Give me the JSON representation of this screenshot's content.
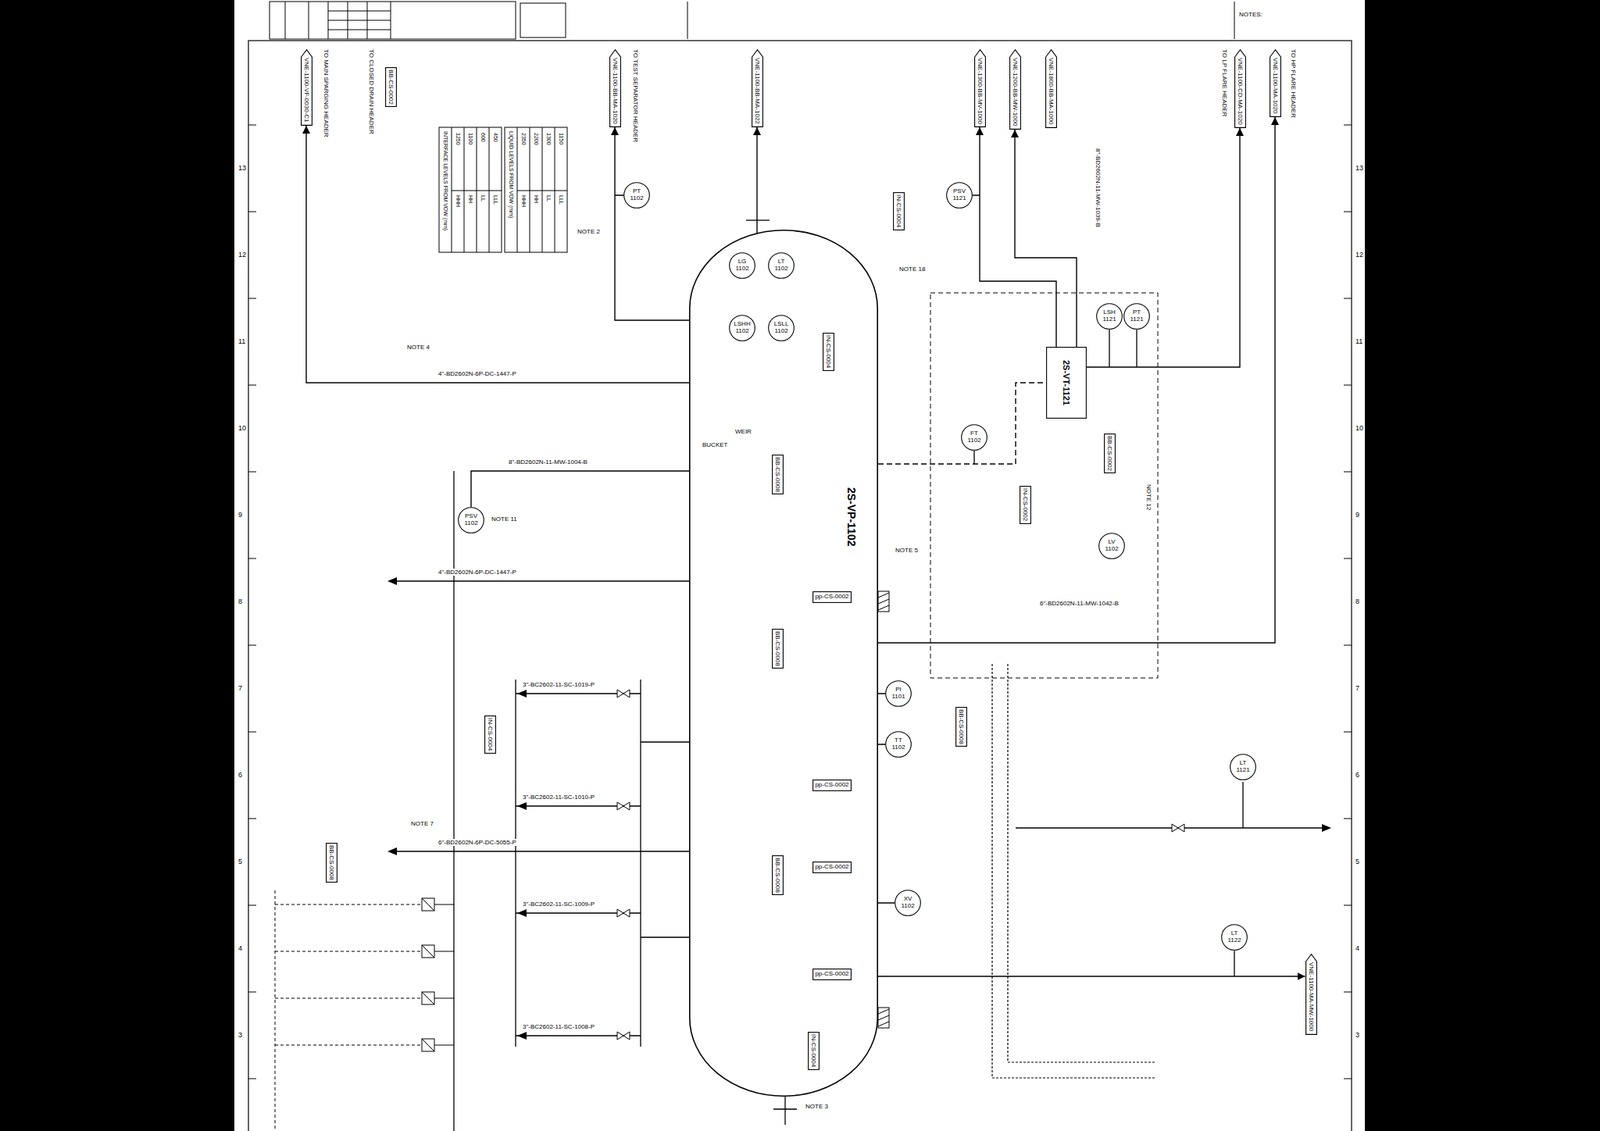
{
  "diagram": {
    "nodes": [
      {
        "text": [
          "2S-VP-1102"
        ]
      },
      {
        "text": [
          "LG",
          "1102"
        ],
        "in": 0
      },
      {
        "text": [
          "LT",
          "1102"
        ],
        "in": 0
      },
      {
        "text": [
          "LSHH",
          "1102"
        ],
        "in": 0
      },
      {
        "text": [
          "LSLL",
          "1102"
        ],
        "in": 0
      },
      {
        "text": [
          "BB-CS-0008"
        ],
        "in": 0
      },
      {
        "text": [
          "pp-CS-0002"
        ],
        "in": 0
      },
      {
        "text": [
          "BB-CS-0008"
        ],
        "in": 0
      },
      {
        "text": [
          "pp-CS-0002"
        ],
        "in": 0
      },
      {
        "text": [
          "BB-CS-0008"
        ],
        "in": 0
      },
      {
        "text": [
          "pp-CS-0002"
        ],
        "in": 0
      },
      {
        "text": [
          "pp-CS-0002"
        ],
        "in": 0
      },
      {
        "text": [
          "IN-CS-0004"
        ],
        "in": 0
      },
      {
        "text": [
          "IN-CS-0004"
        ],
        "in": 0
      },
      {
        "text": [
          "2S-VT-1121"
        ]
      },
      {
        "text": [
          "IN-CS-0004"
        ]
      },
      {
        "text": [
          "BB-CS-0002"
        ]
      },
      {
        "text": [
          "IN-CS-0004"
        ]
      },
      {
        "text": [
          "BB-CS-0008"
        ]
      },
      {
        "text": [
          "IN-CS-0002"
        ]
      },
      {
        "text": [
          "BB-CS-0002"
        ]
      },
      {
        "text": [
          "BB-CS-0008"
        ]
      },
      {
        "text": [
          "VNE-1100-VF-0030-C1"
        ]
      },
      {
        "text": [
          "VNE-1100-BB-MA-1020"
        ]
      },
      {
        "text": [
          "VNE-1100-BB-MA-1022"
        ]
      },
      {
        "text": [
          "VNE-1300-BB-MV-1000"
        ]
      },
      {
        "text": [
          "VNE-1200-BB-MW-1000"
        ]
      },
      {
        "text": [
          "VNE-1800-BB-MA-1000"
        ]
      },
      {
        "text": [
          "VNE-1100-CD-MA-1020"
        ]
      },
      {
        "text": [
          "VNE-1100-MA-1020"
        ]
      },
      {
        "text": [
          "VNE-1100-MA-MW-1000"
        ]
      },
      {
        "text": [
          "PT",
          "1102"
        ]
      },
      {
        "text": [
          "PSV",
          "1121"
        ]
      },
      {
        "text": [
          "LSH",
          "1121"
        ]
      },
      {
        "text": [
          "PT",
          "1121"
        ]
      },
      {
        "text": [
          "LV",
          "1102"
        ]
      },
      {
        "text": [
          "FT",
          "1102"
        ]
      },
      {
        "text": [
          "TT",
          "1102"
        ]
      },
      {
        "text": [
          "PI",
          "1101"
        ]
      },
      {
        "text": [
          "XV",
          "1102"
        ]
      },
      {
        "text": [
          "LT",
          "1121"
        ]
      },
      {
        "text": [
          "LT",
          "1122"
        ]
      },
      {
        "text": [
          "PSV",
          "1102"
        ]
      }
    ],
    "edges": [
      {
        "from": 0,
        "to": 22,
        "arrow": "to"
      },
      {
        "from": 0,
        "to": 23,
        "arrow": "to"
      },
      {
        "from": 0,
        "to": 24,
        "arrow": "to"
      },
      {
        "from": 0,
        "to": 14,
        "arrow": "none"
      },
      {
        "from": 14,
        "to": 25,
        "arrow": "to"
      },
      {
        "from": 14,
        "to": 26,
        "arrow": "to"
      },
      {
        "from": 14,
        "to": 28,
        "arrow": "to"
      },
      {
        "from": 0,
        "to": 29,
        "arrow": "to"
      },
      {
        "from": 0,
        "to": 30,
        "arrow": "to"
      },
      {
        "from": 0,
        "to": 42,
        "arrow": "none"
      }
    ],
    "labels": [
      "NOTES:",
      "13",
      "12",
      "11",
      "10",
      "9",
      "8",
      "7",
      "6",
      "5",
      "4",
      "3",
      "13",
      "12",
      "11",
      "10",
      "9",
      "8",
      "7",
      "6",
      "5",
      "4",
      "3",
      "LIQUID LEVELS FROM VOW (mm)",
      "HHH",
      "2350",
      "HH",
      "2200",
      "LL",
      "1300",
      "LLL",
      "1150",
      "INTERFACE LEVELS FROM VOW (mm)",
      "HHH",
      "1250",
      "HH",
      "1100",
      "LL",
      "600",
      "LLL",
      "450",
      "NOTE 2",
      "NOTE 3",
      "NOTE 4",
      "NOTE 5",
      "NOTE 7",
      "NOTE 11",
      "NOTE 12",
      "NOTE 18",
      "WEIR",
      "BUCKET",
      "4\"-BD2602N-6P-DC-1447-P",
      "4\"-BD2602N-6P-DC-1447-P",
      "6\"-BD2602N-6P-DC-5055-P",
      "8\"-BD2602N-11-MW-1004-B",
      "3\"-BC2602-11-SC-1019-P",
      "3\"-BC2602-11-SC-1010-P",
      "3\"-BC2602-11-SC-1009-P",
      "3\"-BC2602-11-SC-1008-P",
      "6\"-BD2602N-11-MW-1042-B",
      "8\"-BD2602N-11-MW-1039-B",
      "TO TEST SEPARATOR HEADER",
      "TO CLOSED DRAIN HEADER",
      "TO LP FLARE HEADER",
      "TO HP FLARE HEADER",
      "TO MAIN SPARGING HEADER"
    ]
  }
}
